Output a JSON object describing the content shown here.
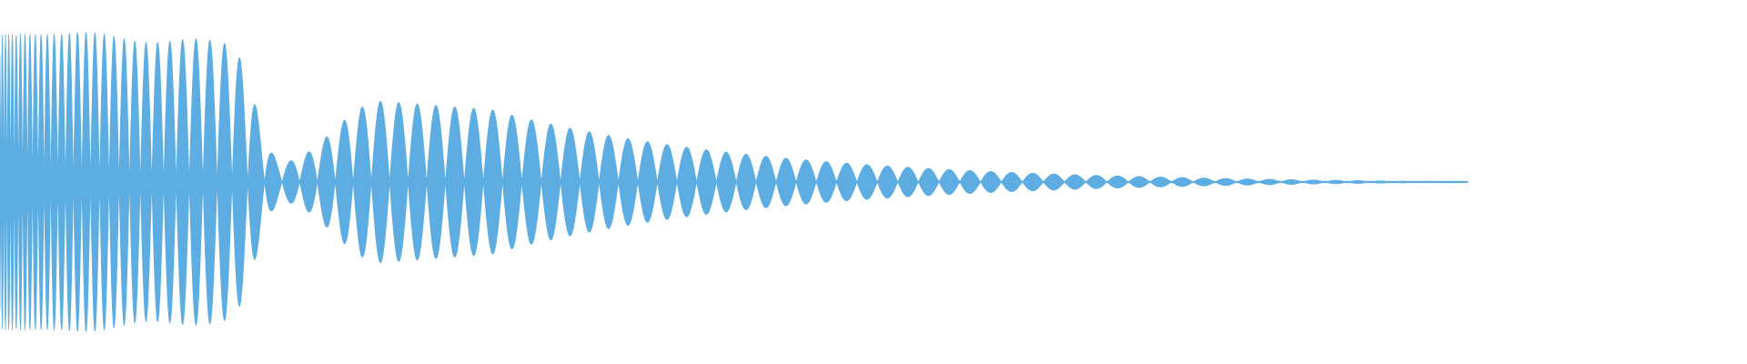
{
  "waveform": {
    "color": "#5dade2",
    "background": "#ffffff",
    "envelope": {
      "attack_level": 0.88,
      "first_lobe_peak": 0.82,
      "first_dip_level": 0.12,
      "second_lobe_peak": 0.48,
      "tail_level": 0.005,
      "audio_end_fraction": 0.84
    }
  }
}
